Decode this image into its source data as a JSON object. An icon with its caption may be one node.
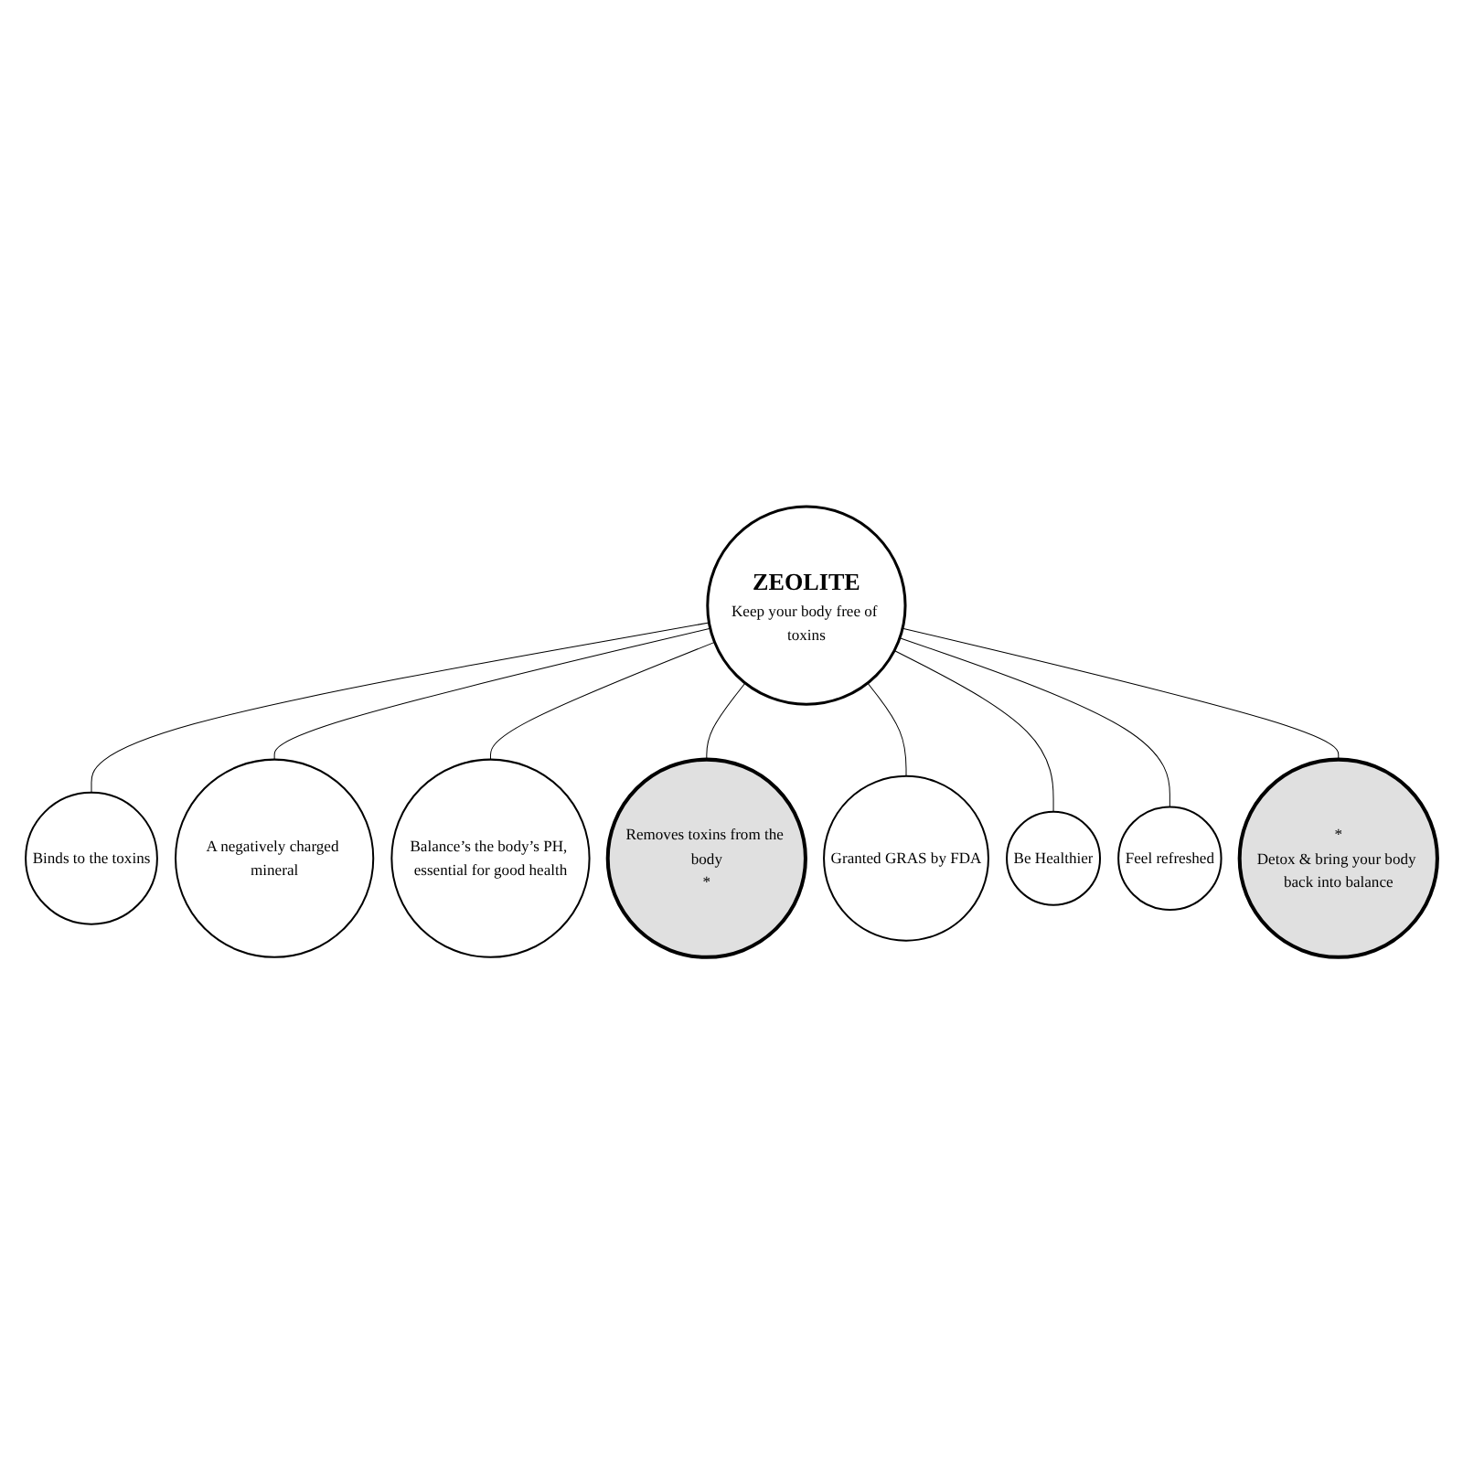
{
  "diagram": {
    "nodes": [
      {
        "text": [
          "ZEOLITE",
          "Keep your body free of toxins"
        ]
      },
      {
        "text": [
          "Binds to the toxins"
        ]
      },
      {
        "text": [
          "A negatively charged mineral"
        ]
      },
      {
        "text": [
          "Balance’s the body’s PH, essential for good health"
        ]
      },
      {
        "text": [
          "Removes toxins from the body",
          "*"
        ]
      },
      {
        "text": [
          "Granted GRAS by FDA"
        ]
      },
      {
        "text": [
          "Be Healthier"
        ]
      },
      {
        "text": [
          "Feel refreshed"
        ]
      },
      {
        "text": [
          "*",
          "Detox & bring your body back into balance"
        ]
      }
    ],
    "edges": [
      {
        "from": 0,
        "to": 1,
        "arrow": "none"
      },
      {
        "from": 0,
        "to": 2,
        "arrow": "none"
      },
      {
        "from": 0,
        "to": 3,
        "arrow": "none"
      },
      {
        "from": 0,
        "to": 4,
        "arrow": "none"
      },
      {
        "from": 0,
        "to": 5,
        "arrow": "none"
      },
      {
        "from": 0,
        "to": 6,
        "arrow": "none"
      },
      {
        "from": 0,
        "to": 7,
        "arrow": "none"
      },
      {
        "from": 0,
        "to": 8,
        "arrow": "none"
      }
    ]
  }
}
